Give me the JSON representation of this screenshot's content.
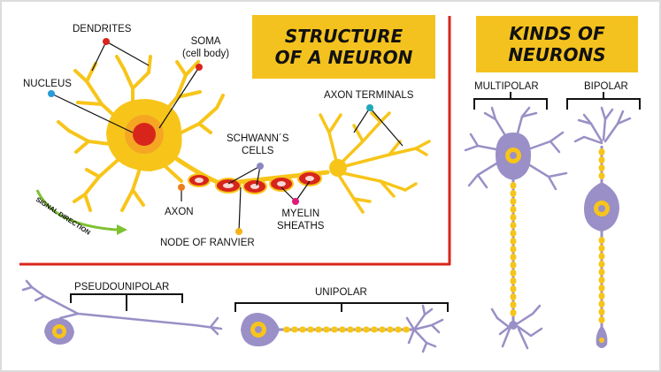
{
  "titles": {
    "structure": [
      "STRUCTURE",
      "OF A NEURON"
    ],
    "kinds": [
      "KINDS OF",
      "NEURONS"
    ]
  },
  "structure_labels": {
    "dendrites": "DENDRITES",
    "soma": "SOMA",
    "soma_sub": "(cell body)",
    "nucleus": "NUCLEUS",
    "axon_terminals": "AXON TERMINALS",
    "schwann": [
      "SCHWANN´S",
      "CELLS"
    ],
    "axon": "AXON",
    "myelin": [
      "MYELIN",
      "SHEATHS"
    ],
    "node": "NODE OF RANVIER",
    "signal": "SIGNAL DIRECTION"
  },
  "kinds_labels": {
    "multipolar": "MULTIPOLAR",
    "bipolar": "BIPOLAR",
    "pseudounipolar": "PSEUDOUNIPOLAR",
    "unipolar": "UNIPOLAR"
  },
  "colors": {
    "neuron": "#f7c51a",
    "nucleus": "#d8251c",
    "myelin": "#d8251c",
    "purple": "#9a8fc6",
    "frame_red": "#d8251c",
    "title_bg": "#f4c21f",
    "arrow": "#7fc132",
    "dot_red": "#d8251c",
    "dot_blue": "#2a9bd6",
    "dot_teal": "#21a8b8",
    "dot_orange": "#ee7d1d",
    "dot_purple": "#8c86c0",
    "dot_pink": "#e0197d",
    "dot_yellow": "#f2b417"
  }
}
